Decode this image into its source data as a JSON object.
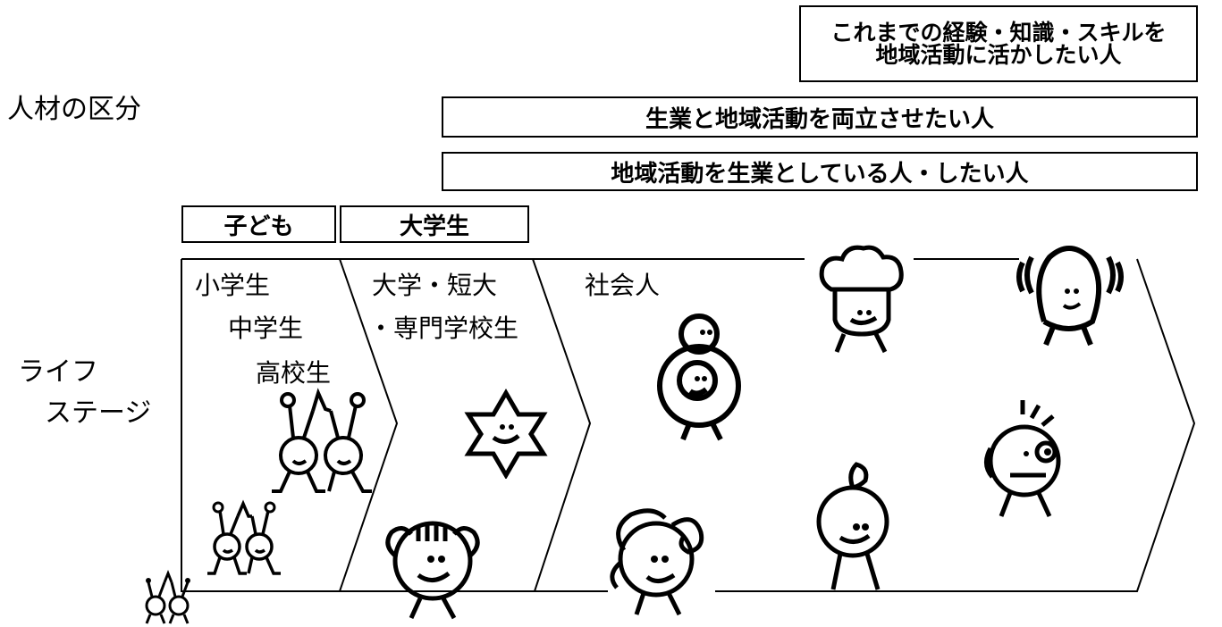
{
  "side_labels": {
    "jinzai": "人材の区分",
    "life_line1": "ライフ",
    "life_line2": "ステージ"
  },
  "categories": {
    "experience": [
      "これまでの経験・知識・スキルを",
      "地域活動に活かしたい人"
    ],
    "balance": "生業と地域活動を両立させたい人",
    "livelihood": "地域活動を生業としている人・したい人",
    "child": "子ども",
    "university": "大学生"
  },
  "stages": {
    "school": [
      "小学生",
      "中学生",
      "高校生"
    ],
    "college": [
      "大学・短大",
      "・専門学校生"
    ],
    "adult": "社会人"
  },
  "characters": [
    "antenna-duo-tiny",
    "antenna-duo-small",
    "antenna-duo-large",
    "star-character",
    "curly-hair-character",
    "swirl-hair-character",
    "ring-character",
    "chef-character",
    "leaf-character",
    "bald-shaking-character",
    "sweating-character"
  ]
}
